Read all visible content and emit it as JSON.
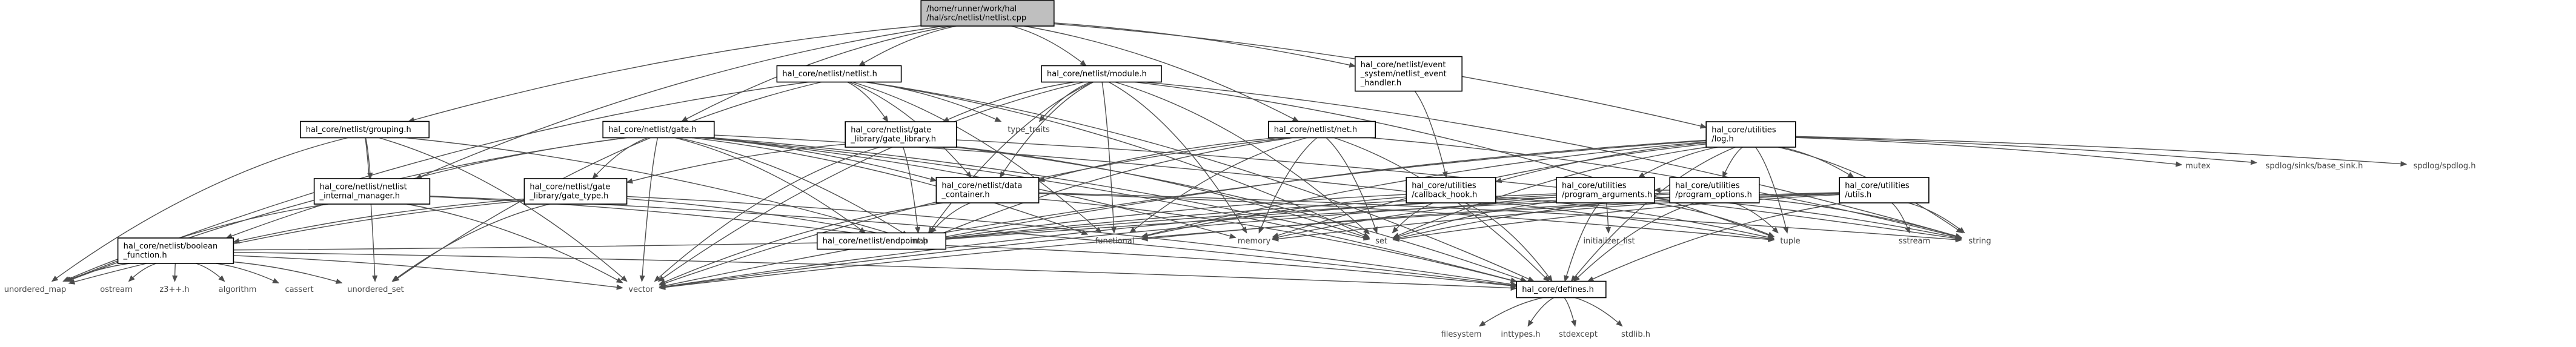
{
  "graph": {
    "nodes": [
      {
        "id": "root",
        "lines": [
          "/home/runner/work/hal",
          "/hal/src/netlist/netlist.cpp"
        ],
        "kind": "root"
      },
      {
        "id": "netlist_h",
        "lines": [
          "hal_core/netlist/netlist.h"
        ],
        "kind": "boxed"
      },
      {
        "id": "module_h",
        "lines": [
          "hal_core/netlist/module.h"
        ],
        "kind": "boxed"
      },
      {
        "id": "event_h",
        "lines": [
          "hal_core/netlist/event",
          "_system/netlist_event",
          "_handler.h"
        ],
        "kind": "boxed"
      },
      {
        "id": "grouping_h",
        "lines": [
          "hal_core/netlist/grouping.h"
        ],
        "kind": "boxed"
      },
      {
        "id": "gate_lib_h",
        "lines": [
          "hal_core/netlist/gate",
          "_library/gate_library.h"
        ],
        "kind": "boxed"
      },
      {
        "id": "type_traits",
        "lines": [
          "type_traits"
        ],
        "kind": "plain"
      },
      {
        "id": "net_h",
        "lines": [
          "hal_core/netlist/net.h"
        ],
        "kind": "boxed"
      },
      {
        "id": "gate_h",
        "lines": [
          "hal_core/netlist/gate.h"
        ],
        "kind": "boxed"
      },
      {
        "id": "internal_mgr",
        "lines": [
          "hal_core/netlist/netlist",
          "_internal_manager.h"
        ],
        "kind": "boxed"
      },
      {
        "id": "gate_type_h",
        "lines": [
          "hal_core/netlist/gate",
          "_library/gate_type.h"
        ],
        "kind": "boxed"
      },
      {
        "id": "data_container",
        "lines": [
          "hal_core/netlist/data",
          "_container.h"
        ],
        "kind": "boxed"
      },
      {
        "id": "log_h",
        "lines": [
          "hal_core/utilities",
          "/log.h"
        ],
        "kind": "boxed"
      },
      {
        "id": "callback_hook",
        "lines": [
          "hal_core/utilities",
          "/callback_hook.h"
        ],
        "kind": "boxed"
      },
      {
        "id": "prog_args",
        "lines": [
          "hal_core/utilities",
          "/program_arguments.h"
        ],
        "kind": "boxed"
      },
      {
        "id": "prog_opts",
        "lines": [
          "hal_core/utilities",
          "/program_options.h"
        ],
        "kind": "boxed"
      },
      {
        "id": "utils_h",
        "lines": [
          "hal_core/utilities",
          "/utils.h"
        ],
        "kind": "boxed"
      },
      {
        "id": "mutex",
        "lines": [
          "mutex"
        ],
        "kind": "plain"
      },
      {
        "id": "spdlog_sinks",
        "lines": [
          "spdlog/sinks/base_sink.h"
        ],
        "kind": "plain"
      },
      {
        "id": "spdlog",
        "lines": [
          "spdlog/spdlog.h"
        ],
        "kind": "plain"
      },
      {
        "id": "boolean_fn",
        "lines": [
          "hal_core/netlist/boolean",
          "_function.h"
        ],
        "kind": "boxed"
      },
      {
        "id": "endpoint_h",
        "lines": [
          "hal_core/netlist/endpoint.h"
        ],
        "kind": "boxed"
      },
      {
        "id": "map",
        "lines": [
          "map"
        ],
        "kind": "plain"
      },
      {
        "id": "functional",
        "lines": [
          "functional"
        ],
        "kind": "plain"
      },
      {
        "id": "memory",
        "lines": [
          "memory"
        ],
        "kind": "plain"
      },
      {
        "id": "set",
        "lines": [
          "set"
        ],
        "kind": "plain"
      },
      {
        "id": "tuple",
        "lines": [
          "tuple"
        ],
        "kind": "plain"
      },
      {
        "id": "string",
        "lines": [
          "string"
        ],
        "kind": "plain"
      },
      {
        "id": "initializer_list",
        "lines": [
          "initializer_list"
        ],
        "kind": "plain"
      },
      {
        "id": "sstream",
        "lines": [
          "sstream"
        ],
        "kind": "plain"
      },
      {
        "id": "unordered_map",
        "lines": [
          "unordered_map"
        ],
        "kind": "plain"
      },
      {
        "id": "ostream",
        "lines": [
          "ostream"
        ],
        "kind": "plain"
      },
      {
        "id": "z3",
        "lines": [
          "z3++.h"
        ],
        "kind": "plain"
      },
      {
        "id": "algorithm",
        "lines": [
          "algorithm"
        ],
        "kind": "plain"
      },
      {
        "id": "cassert",
        "lines": [
          "cassert"
        ],
        "kind": "plain"
      },
      {
        "id": "unordered_set",
        "lines": [
          "unordered_set"
        ],
        "kind": "plain"
      },
      {
        "id": "vector",
        "lines": [
          "vector"
        ],
        "kind": "plain"
      },
      {
        "id": "defines_h",
        "lines": [
          "hal_core/defines.h"
        ],
        "kind": "boxed"
      },
      {
        "id": "filesystem",
        "lines": [
          "filesystem"
        ],
        "kind": "plain"
      },
      {
        "id": "inttypes",
        "lines": [
          "inttypes.h"
        ],
        "kind": "plain"
      },
      {
        "id": "stdexcept",
        "lines": [
          "stdexcept"
        ],
        "kind": "plain"
      },
      {
        "id": "stdlib",
        "lines": [
          "stdlib.h"
        ],
        "kind": "plain"
      }
    ],
    "edges": [
      [
        "root",
        "netlist_h"
      ],
      [
        "root",
        "module_h"
      ],
      [
        "root",
        "event_h"
      ],
      [
        "root",
        "grouping_h"
      ],
      [
        "root",
        "gate_h"
      ],
      [
        "root",
        "net_h"
      ],
      [
        "root",
        "log_h"
      ],
      [
        "root",
        "internal_mgr"
      ],
      [
        "netlist_h",
        "gate_lib_h"
      ],
      [
        "netlist_h",
        "type_traits"
      ],
      [
        "netlist_h",
        "data_container"
      ],
      [
        "netlist_h",
        "defines_h"
      ],
      [
        "netlist_h",
        "unordered_map"
      ],
      [
        "netlist_h",
        "unordered_set"
      ],
      [
        "netlist_h",
        "functional"
      ],
      [
        "netlist_h",
        "set"
      ],
      [
        "module_h",
        "gate_lib_h"
      ],
      [
        "module_h",
        "type_traits"
      ],
      [
        "module_h",
        "map"
      ],
      [
        "module_h",
        "functional"
      ],
      [
        "module_h",
        "memory"
      ],
      [
        "module_h",
        "set"
      ],
      [
        "module_h",
        "vector"
      ],
      [
        "module_h",
        "data_container"
      ],
      [
        "module_h",
        "string"
      ],
      [
        "module_h",
        "tuple"
      ],
      [
        "event_h",
        "callback_hook"
      ],
      [
        "grouping_h",
        "internal_mgr"
      ],
      [
        "grouping_h",
        "unordered_map"
      ],
      [
        "grouping_h",
        "unordered_set"
      ],
      [
        "grouping_h",
        "vector"
      ],
      [
        "grouping_h",
        "map"
      ],
      [
        "gate_lib_h",
        "gate_type_h"
      ],
      [
        "gate_lib_h",
        "map"
      ],
      [
        "gate_lib_h",
        "set"
      ],
      [
        "gate_lib_h",
        "vector"
      ],
      [
        "gate_lib_h",
        "string"
      ],
      [
        "gate_lib_h",
        "defines_h"
      ],
      [
        "net_h",
        "data_container"
      ],
      [
        "net_h",
        "functional"
      ],
      [
        "net_h",
        "memory"
      ],
      [
        "net_h",
        "set"
      ],
      [
        "net_h",
        "string"
      ],
      [
        "net_h",
        "vector"
      ],
      [
        "net_h",
        "defines_h"
      ],
      [
        "net_h",
        "map"
      ],
      [
        "gate_h",
        "gate_type_h"
      ],
      [
        "gate_h",
        "boolean_fn"
      ],
      [
        "gate_h",
        "data_container"
      ],
      [
        "gate_h",
        "endpoint_h"
      ],
      [
        "gate_h",
        "map"
      ],
      [
        "gate_h",
        "functional"
      ],
      [
        "gate_h",
        "memory"
      ],
      [
        "gate_h",
        "set"
      ],
      [
        "gate_h",
        "vector"
      ],
      [
        "gate_h",
        "unordered_map"
      ],
      [
        "gate_h",
        "defines_h"
      ],
      [
        "gate_h",
        "tuple"
      ],
      [
        "internal_mgr",
        "map"
      ],
      [
        "internal_mgr",
        "vector"
      ],
      [
        "internal_mgr",
        "defines_h"
      ],
      [
        "internal_mgr",
        "unordered_map"
      ],
      [
        "gate_type_h",
        "boolean_fn"
      ],
      [
        "gate_type_h",
        "map"
      ],
      [
        "gate_type_h",
        "unordered_set"
      ],
      [
        "gate_type_h",
        "defines_h"
      ],
      [
        "gate_type_h",
        "unordered_map"
      ],
      [
        "data_container",
        "map"
      ],
      [
        "data_container",
        "tuple"
      ],
      [
        "data_container",
        "string"
      ],
      [
        "data_container",
        "defines_h"
      ],
      [
        "data_container",
        "vector"
      ],
      [
        "log_h",
        "callback_hook"
      ],
      [
        "log_h",
        "prog_args"
      ],
      [
        "log_h",
        "prog_opts"
      ],
      [
        "log_h",
        "utils_h"
      ],
      [
        "log_h",
        "mutex"
      ],
      [
        "log_h",
        "spdlog_sinks"
      ],
      [
        "log_h",
        "spdlog"
      ],
      [
        "log_h",
        "map"
      ],
      [
        "log_h",
        "set"
      ],
      [
        "log_h",
        "defines_h"
      ],
      [
        "log_h",
        "string"
      ],
      [
        "log_h",
        "functional"
      ],
      [
        "log_h",
        "memory"
      ],
      [
        "log_h",
        "tuple"
      ],
      [
        "log_h",
        "vector"
      ],
      [
        "callback_hook",
        "map"
      ],
      [
        "callback_hook",
        "functional"
      ],
      [
        "callback_hook",
        "set"
      ],
      [
        "callback_hook",
        "defines_h"
      ],
      [
        "callback_hook",
        "tuple"
      ],
      [
        "prog_args",
        "defines_h"
      ],
      [
        "prog_args",
        "initializer_list"
      ],
      [
        "prog_args",
        "map"
      ],
      [
        "prog_args",
        "set"
      ],
      [
        "prog_args",
        "string"
      ],
      [
        "prog_args",
        "vector"
      ],
      [
        "prog_args",
        "memory"
      ],
      [
        "prog_args",
        "tuple"
      ],
      [
        "prog_opts",
        "defines_h"
      ],
      [
        "prog_opts",
        "prog_args"
      ],
      [
        "prog_opts",
        "set"
      ],
      [
        "prog_opts",
        "string"
      ],
      [
        "prog_opts",
        "tuple"
      ],
      [
        "prog_opts",
        "map"
      ],
      [
        "prog_opts",
        "vector"
      ],
      [
        "utils_h",
        "defines_h"
      ],
      [
        "utils_h",
        "sstream"
      ],
      [
        "utils_h",
        "string"
      ],
      [
        "utils_h",
        "set"
      ],
      [
        "utils_h",
        "vector"
      ],
      [
        "utils_h",
        "map"
      ],
      [
        "utils_h",
        "functional"
      ],
      [
        "utils_h",
        "memory"
      ],
      [
        "boolean_fn",
        "defines_h"
      ],
      [
        "boolean_fn",
        "unordered_map"
      ],
      [
        "boolean_fn",
        "ostream"
      ],
      [
        "boolean_fn",
        "z3"
      ],
      [
        "boolean_fn",
        "algorithm"
      ],
      [
        "boolean_fn",
        "cassert"
      ],
      [
        "boolean_fn",
        "unordered_set"
      ],
      [
        "boolean_fn",
        "vector"
      ],
      [
        "boolean_fn",
        "map"
      ],
      [
        "endpoint_h",
        "defines_h"
      ],
      [
        "defines_h",
        "filesystem"
      ],
      [
        "defines_h",
        "inttypes"
      ],
      [
        "defines_h",
        "stdexcept"
      ],
      [
        "defines_h",
        "stdlib"
      ]
    ]
  }
}
